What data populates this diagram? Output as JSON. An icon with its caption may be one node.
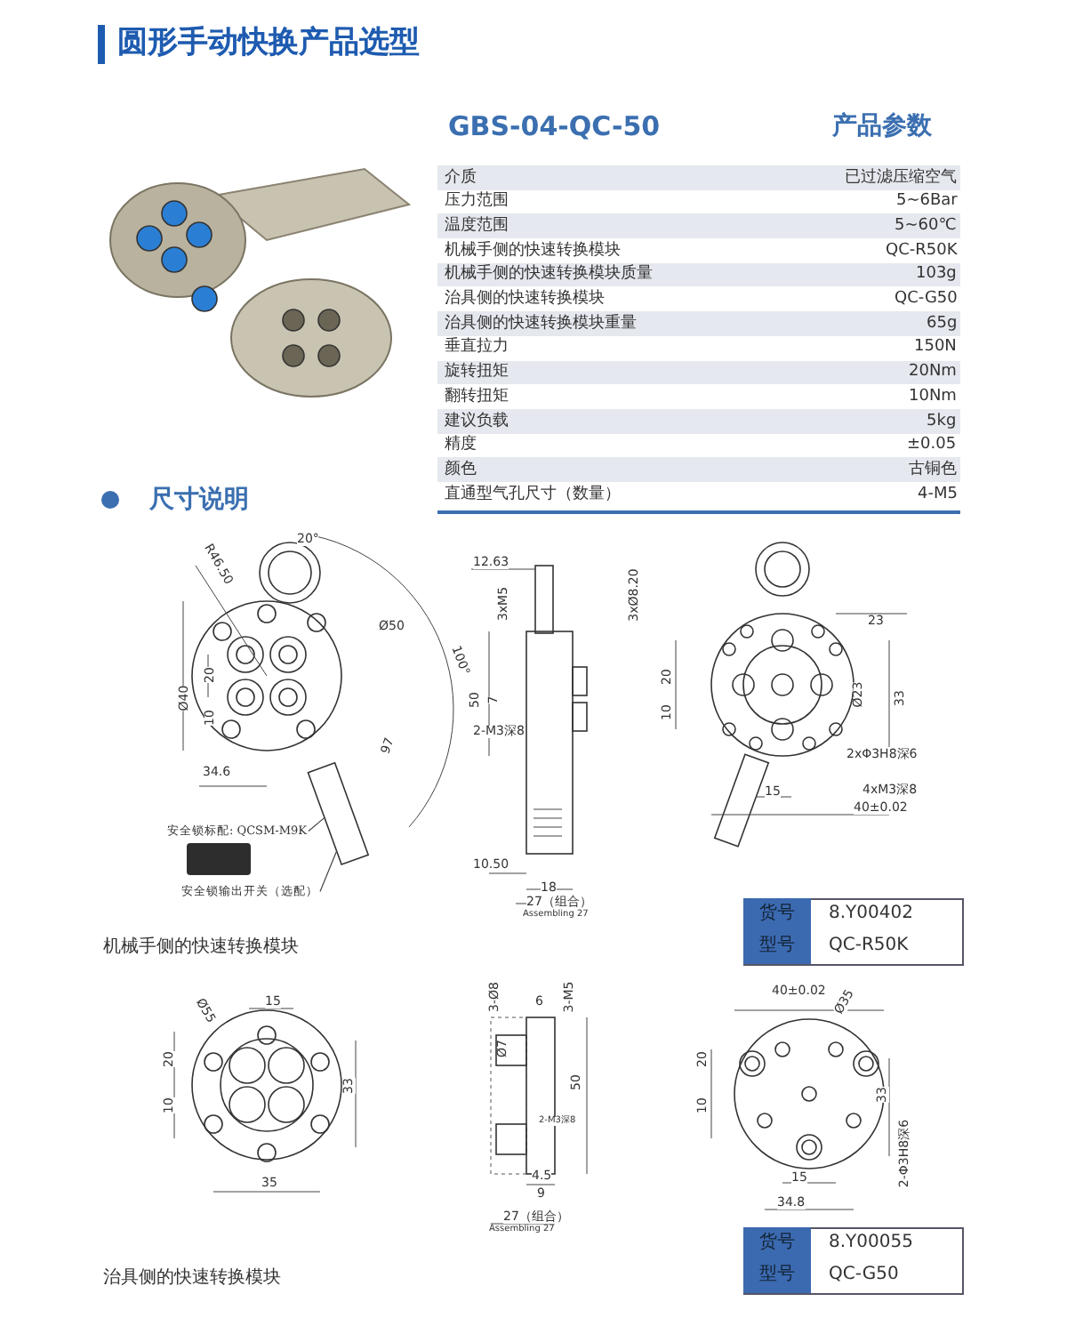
{
  "diagram": {
    "title": "圆形手动快换产品选型",
    "nodes": [
      {
        "text": [
          "安全锁标配: QCSM-M9K"
        ]
      },
      {
        "text": [
          "安全锁输出开关（选配）"
        ]
      },
      {
        "text": [],
        "shape": "picture"
      }
    ],
    "edges": [
      {
        "from": 0,
        "to": 2,
        "arrow": "none"
      },
      {
        "from": 1,
        "to": 2,
        "arrow": "none"
      }
    ],
    "labels": [
      "GBS-04-QC-50",
      "产品参数",
      "介质",
      "已过滤压缩空气",
      "压力范围",
      "5~6Bar",
      "温度范围",
      "5~60℃",
      "机械手侧的快速转换模块",
      "QC-R50K",
      "机械手侧的快速转换模块质量",
      "103g",
      "治具侧的快速转换模块",
      "QC-G50",
      "治具侧的快速转换模块重量",
      "65g",
      "垂直拉力",
      "150N",
      "旋转扭矩",
      "20Nm",
      "翻转扭矩",
      "10Nm",
      "建议负载",
      "5kg",
      "精度",
      "±0.05",
      "颜色",
      "古铜色",
      "直通型气孔尺寸（数量）",
      "4-M5",
      "尺寸说明",
      "20°",
      "R46.50",
      "Ø50",
      "100°",
      "Ø40",
      "20",
      "10",
      "97",
      "34.6",
      "12.63",
      "3xM5",
      "3xØ8.20",
      "50",
      "7",
      "2-M3深8",
      "10.50",
      "18",
      "27（组合）",
      "Assembling 27",
      "23",
      "20",
      "10",
      "Ø23",
      "33",
      "2xΦ3H8深6",
      "15",
      "4xM3深8",
      "40±0.02",
      "机械手侧的快速转换模块",
      "货号",
      "8.Y00402",
      "型号",
      "QC-R50K",
      "Ø55",
      "15",
      "20",
      "10",
      "33",
      "35",
      "3-Ø8",
      "6",
      "3-M5",
      "Ø7",
      "50",
      "2-M3深8",
      "4.5",
      "9",
      "27（组合）",
      "Assembling 27",
      "40±0.02",
      "Ø35",
      "20",
      "10",
      "33",
      "15",
      "34.8",
      "2-Φ3H8深6",
      "治具侧的快速转换模块",
      "货号",
      "8.Y00055",
      "型号",
      "QC-G50"
    ]
  }
}
